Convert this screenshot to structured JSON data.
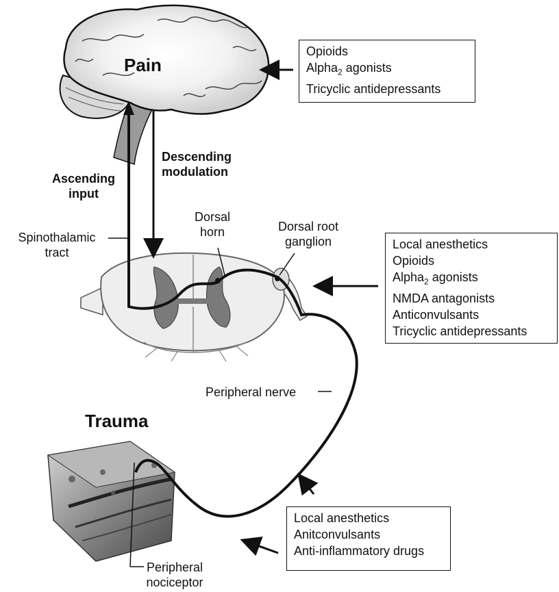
{
  "labels": {
    "pain": "Pain",
    "trauma": "Trauma",
    "ascending_input": [
      "Ascending",
      "input"
    ],
    "descending_modulation": [
      "Descending",
      "modulation"
    ],
    "spinothalamic_tract": [
      "Spinothalamic",
      "tract"
    ],
    "dorsal_horn": [
      "Dorsal",
      "horn"
    ],
    "dorsal_root_ganglion": [
      "Dorsal root",
      "ganglion"
    ],
    "peripheral_nerve": "Peripheral nerve",
    "peripheral_nociceptor": [
      "Peripheral",
      "nociceptor"
    ]
  },
  "drug_boxes": {
    "brain": [
      "Opioids",
      "Alpha",
      "agonists",
      "Tricyclic antidepressants"
    ],
    "brain_subscript": "2",
    "spinal": [
      "Local anesthetics",
      "Opioids",
      "Alpha",
      "agonists",
      "NMDA antagonists",
      "Anticonvulsants",
      "Tricyclic antidepressants"
    ],
    "spinal_subscript": "2",
    "periphery": [
      "Local anesthetics",
      "Anitconvulsants",
      "Anti-inflammatory drugs"
    ]
  },
  "colors": {
    "ink": "#111111",
    "grey_matter": "#7a7a7a",
    "cord_fill": "#eeeeee",
    "brain_fill": "#e8e8e8"
  }
}
